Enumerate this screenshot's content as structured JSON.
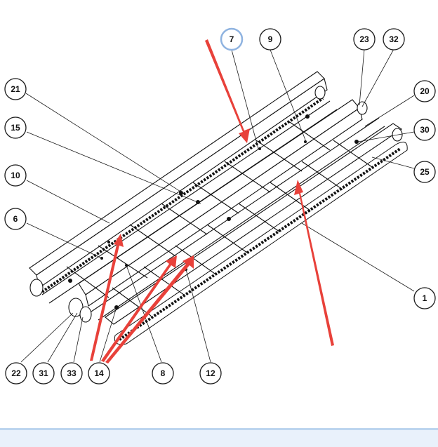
{
  "diagram": {
    "active_callout": "7",
    "callouts": [
      {
        "id": "c7",
        "label": "7",
        "active": true
      },
      {
        "id": "c9",
        "label": "9"
      },
      {
        "id": "c23",
        "label": "23"
      },
      {
        "id": "c32",
        "label": "32"
      },
      {
        "id": "c21",
        "label": "21"
      },
      {
        "id": "c20",
        "label": "20"
      },
      {
        "id": "c15",
        "label": "15"
      },
      {
        "id": "c30",
        "label": "30"
      },
      {
        "id": "c10",
        "label": "10"
      },
      {
        "id": "c25",
        "label": "25"
      },
      {
        "id": "c6",
        "label": "6"
      },
      {
        "id": "c1",
        "label": "1"
      },
      {
        "id": "c22",
        "label": "22"
      },
      {
        "id": "c31",
        "label": "31"
      },
      {
        "id": "c33",
        "label": "33"
      },
      {
        "id": "c14",
        "label": "14"
      },
      {
        "id": "c8",
        "label": "8"
      },
      {
        "id": "c12",
        "label": "12"
      }
    ],
    "arrow_color": "#e8413a",
    "line_color": "#111111"
  }
}
